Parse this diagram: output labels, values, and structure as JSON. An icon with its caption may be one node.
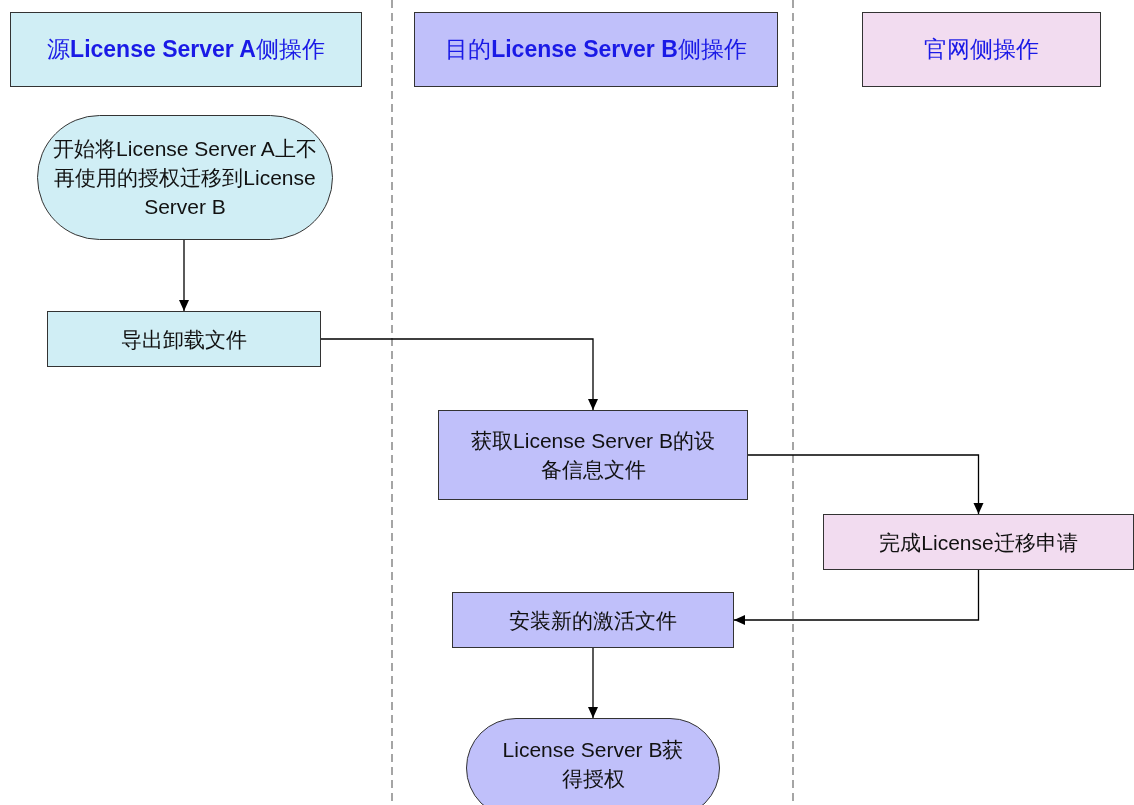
{
  "diagram": {
    "nodes": [
      {
        "text": [
          "源**License Server A**侧操作"
        ]
      },
      {
        "text": [
          "目的**License Server B**侧操作"
        ]
      },
      {
        "text": [
          "官网侧操作"
        ]
      },
      {
        "text": [
          "开始将License Server A上不再使用的授权迁移到License Server B"
        ]
      },
      {
        "text": [
          "导出卸载文件"
        ]
      },
      {
        "text": [
          "获取License Server B的设备信息文件"
        ]
      },
      {
        "text": [
          "完成License迁移申请"
        ]
      },
      {
        "text": [
          "安装新的激活文件"
        ]
      },
      {
        "text": [
          "License Server B获得授权"
        ]
      }
    ],
    "edges": [
      {
        "from": 3,
        "to": 4,
        "arrow": "to"
      },
      {
        "from": 4,
        "to": 5,
        "arrow": "to"
      },
      {
        "from": 5,
        "to": 6,
        "arrow": "to"
      },
      {
        "from": 6,
        "to": 7,
        "arrow": "to"
      },
      {
        "from": 7,
        "to": 8,
        "arrow": "to"
      }
    ]
  }
}
